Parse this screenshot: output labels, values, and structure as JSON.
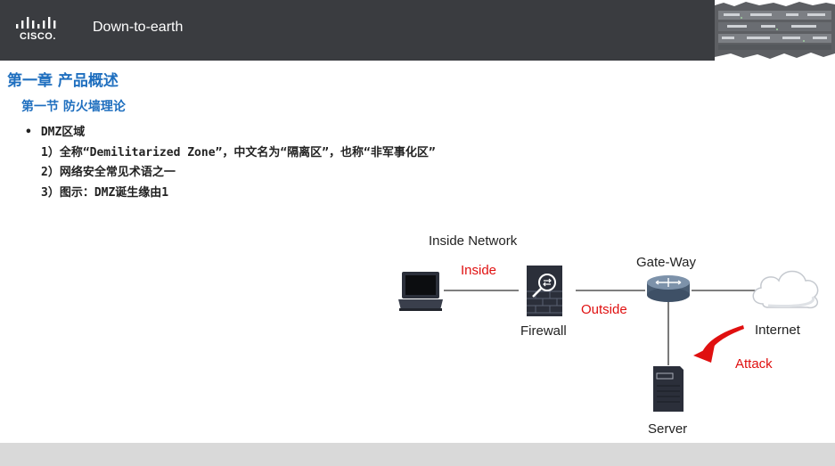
{
  "header": {
    "logo_text": "CISCO.",
    "brand": "Down-to-earth"
  },
  "content": {
    "chapter": "第一章 产品概述",
    "section": "第一节 防火墙理论",
    "bullet": "DMZ区域",
    "lines": [
      "1）全称“Demilitarized Zone”，中文名为“隔离区”，也称“非军事化区”",
      "2）网络安全常见术语之一",
      "3）图示：DMZ诞生缘由1"
    ]
  },
  "diagram": {
    "inside_network": "Inside Network",
    "inside": "Inside",
    "firewall": "Firewall",
    "outside": "Outside",
    "gateway": "Gate-Way",
    "internet": "Internet",
    "attack": "Attack",
    "server": "Server",
    "colors": {
      "link_line": "#333333",
      "red_label": "#e01010",
      "device_dark": "#2b2f3a",
      "router_blue": "#5a6f86"
    }
  }
}
